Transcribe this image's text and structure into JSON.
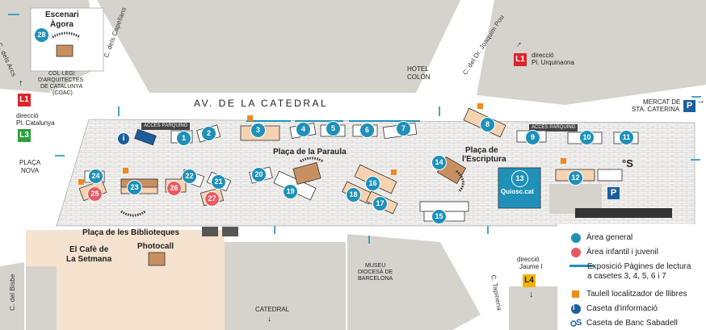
{
  "labels": {
    "escenari": "Escenari",
    "agora": "Àgora",
    "coac_1": "COL·LEGI",
    "coac_2": "D'ARQUITECTES",
    "coac_3": "DE CATALUNYA",
    "coac_4": "(COAC)",
    "c_arcs": "C. dels Arcs",
    "c_capellans": "C. dels Capellans",
    "c_joaquim_pou": "C. del Dr. Joaquim Pou",
    "hotel_1": "HOTEL",
    "hotel_2": "COLÓN",
    "av_catedral": "AV. DE LA CATEDRAL",
    "mercat_1": "MERCAT DE",
    "mercat_2": "STA. CATERINA",
    "placa_nova_1": "PLAÇA",
    "placa_nova_2": "NOVA",
    "placa_paraula": "Plaça de la Paraula",
    "placa_escriptura_1": "Plaça de",
    "placa_escriptura_2": "l'Escriptura",
    "acces_1": "ACCÉS PÀRQUING",
    "acces_2": "ACCÉS PÀRQUING",
    "quiosc": "Quiosc.cat",
    "biblioteques": "Plaça de les Biblioteques",
    "cafe_1": "El Cafè de",
    "cafe_2": "La Setmana",
    "photocall": "Photocall",
    "museu_1": "MUSEU",
    "museu_2": "DIOCESÀ DE",
    "museu_3": "BARCELONA",
    "catedral": "CATEDRAL",
    "c_bisbe": "C. del Bisbe",
    "c_tapineria": "C. Tapineria",
    "direccio_catalunya_1": "direcció",
    "direccio_catalunya_2": "Pl. Catalunya",
    "direccio_urquinaona_1": "direcció",
    "direccio_urquinaona_2": "Pl. Urquinaona",
    "direccio_jaume_1": "direcció",
    "direccio_jaume_2": "Jaume I"
  },
  "metro": [
    {
      "line": "L1",
      "color": "#d9262c"
    },
    {
      "line": "L3",
      "color": "#2e9e3d"
    },
    {
      "line": "L1",
      "color": "#d9262c"
    },
    {
      "line": "L4",
      "color": "#f0b400"
    }
  ],
  "parking_symbol": "P",
  "booth_numbers": {
    "b1": "1",
    "b2": "2",
    "b3": "3",
    "b4": "4",
    "b5": "5",
    "b6": "6",
    "b7": "7",
    "b8": "8",
    "b9": "9",
    "b10": "10",
    "b11": "11",
    "b12": "12",
    "b13": "13",
    "b14": "14",
    "b15": "15",
    "b16": "16",
    "b17": "17",
    "b18": "18",
    "b19": "19",
    "b20": "20",
    "b21": "21",
    "b22": "22",
    "b23": "23",
    "b24": "24",
    "b25": "25",
    "b26": "26",
    "b27": "27",
    "b28": "28"
  },
  "legend": {
    "general": "Àrea general",
    "infantil": "Àrea infantil i juvenil",
    "expo_1": "Exposició Pàgines de lectura",
    "expo_2": "a casetes 3, 4, 5, 6 i 7",
    "taulell": "Taulell localitzador de llibres",
    "informacio": "Caseta d'informació",
    "banc": "Caseta de Banc Sabadell"
  },
  "colors": {
    "general": "#1f91b8",
    "infantil": "#e85a63",
    "exposicio": "#1f91b8",
    "taulell": "#f08a1c",
    "building": "#d6d3cd",
    "plaza": "#e8e6e2",
    "cafe_area": "#f5e3cf",
    "booth_orange": "#f6d3b0",
    "booth_brown": "#c89060",
    "quiosc": "#1f91b8"
  }
}
